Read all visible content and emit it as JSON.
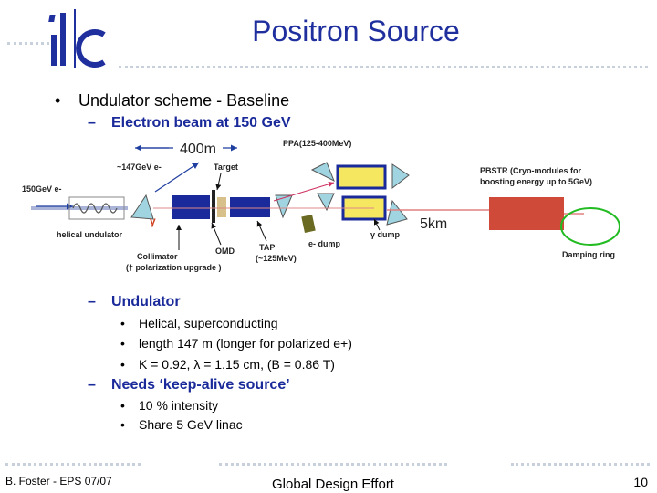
{
  "header": {
    "logo_text": "ilc",
    "title": "Positron Source"
  },
  "bullets": {
    "main": "Undulator scheme - Baseline",
    "beam": "Electron beam at 150 GeV",
    "undulator": {
      "heading": "Undulator",
      "items": [
        "Helical, superconducting",
        "length 147 m (longer for polarized e+)",
        "K = 0.92, λ = 1.15 cm,  (B = 0.86 T)"
      ]
    },
    "keepalive": {
      "heading": "Needs ‘keep-alive source’",
      "items": [
        "10 % intensity",
        "Share 5 GeV linac"
      ]
    }
  },
  "diagram": {
    "dim_400m": "400m",
    "electron_147": "~147GeV e-",
    "target": "Target",
    "ppa": "PPA(125-400MeV)",
    "pbstr_1": "PBSTR (Cryo-modules for",
    "pbstr_2": "boosting energy up to 5GeV)",
    "electron_150": "150GeV e-",
    "gamma": "γ",
    "gamma_dump": "γ dump",
    "dist_5km": "5km",
    "helical_undulator": "helical undulator",
    "omd": "OMD",
    "tap_1": "TAP",
    "tap_2": "(~125MeV)",
    "e_dump": "e- dump",
    "collimator_1": "Collimator",
    "collimator_2": "(† polarization upgrade )",
    "damping_ring": "Damping ring"
  },
  "footer": {
    "left": "B. Foster - EPS 07/07",
    "center": "Global Design Effort",
    "page": "10"
  },
  "colors": {
    "title": "#1f2f9e",
    "subheading": "#1a2a9a",
    "beam": "#c0c8e0",
    "positron_beam": "#e08080",
    "damping_ring": "#22bb22"
  }
}
